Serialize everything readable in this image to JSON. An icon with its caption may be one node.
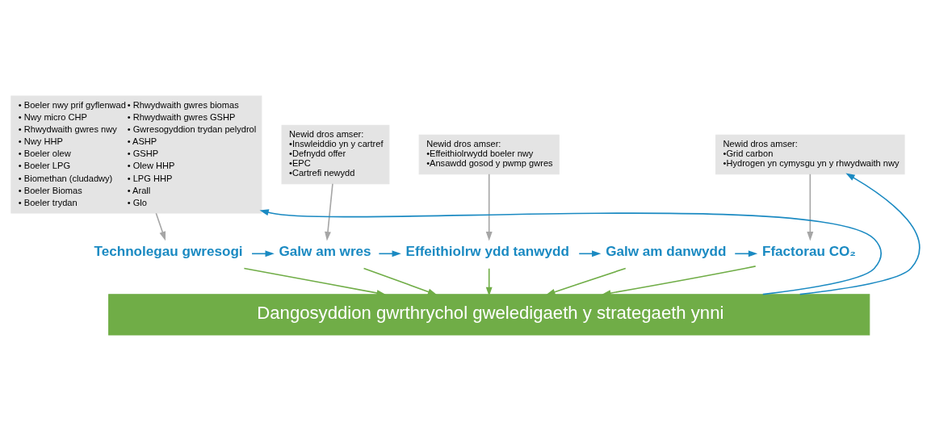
{
  "diagram": {
    "nodes": [
      {
        "text": [
          "• Boeler nwy prif gyflenwad",
          "• Nwy micro CHP",
          "• Rhwydwaith gwres nwy",
          "• Nwy HHP",
          "• Boeler olew",
          "• Boeler LPG",
          "• Biomethan (cludadwy)",
          "• Boeler Biomas",
          "• Boeler trydan",
          "• Rhwydwaith gwres biomas",
          "• Rhwydwaith gwres GSHP",
          "• Gwresogyddion trydan pelydrol",
          "• ASHP",
          "• GSHP",
          "• Olew HHP",
          "• LPG HHP",
          "• Arall",
          "• Glo"
        ]
      },
      {
        "text": [
          "Newid dros amser:",
          "•Inswleiddio yn y cartref",
          "•Defnydd offer",
          "•EPC",
          "•Cartrefi newydd"
        ]
      },
      {
        "text": [
          "Newid dros amser:",
          "•Effeithiolrwydd boeler nwy",
          "•Ansawdd gosod y pwmp gwres"
        ]
      },
      {
        "text": [
          "Newid dros amser:",
          "•Grid carbon",
          "•Hydrogen yn cymysgu yn y rhwydwaith nwy"
        ]
      },
      {
        "text": [
          "Technolegau gwresogi"
        ]
      },
      {
        "text": [
          "Galw am wres"
        ]
      },
      {
        "text": [
          "Effeithiolrw ydd tanwydd"
        ]
      },
      {
        "text": [
          "Galw am danwydd"
        ]
      },
      {
        "text": [
          "Ffactorau CO₂"
        ]
      },
      {
        "text": [
          "Dangosyddion gwrthrychol gweledigaeth y strategaeth ynni"
        ]
      }
    ],
    "edges": [
      {
        "from": 0,
        "to": 4,
        "arrow": "to",
        "color": "#a6a6a6"
      },
      {
        "from": 1,
        "to": 5,
        "arrow": "to",
        "color": "#a6a6a6"
      },
      {
        "from": 2,
        "to": 6,
        "arrow": "to",
        "color": "#a6a6a6"
      },
      {
        "from": 3,
        "to": 8,
        "arrow": "to",
        "color": "#a6a6a6"
      },
      {
        "from": 4,
        "to": 5,
        "arrow": "to"
      },
      {
        "from": 5,
        "to": 6,
        "arrow": "to"
      },
      {
        "from": 6,
        "to": 7,
        "arrow": "to"
      },
      {
        "from": 7,
        "to": 8,
        "arrow": "to"
      },
      {
        "from": 4,
        "to": 9,
        "arrow": "to",
        "color": "#70ad47"
      },
      {
        "from": 5,
        "to": 9,
        "arrow": "to",
        "color": "#70ad47"
      },
      {
        "from": 6,
        "to": 9,
        "arrow": "to",
        "color": "#70ad47"
      },
      {
        "from": 7,
        "to": 9,
        "arrow": "to",
        "color": "#70ad47"
      },
      {
        "from": 8,
        "to": 9,
        "arrow": "to",
        "color": "#70ad47"
      },
      {
        "from": 9,
        "to": 0,
        "arrow": "to"
      },
      {
        "from": 9,
        "to": 3,
        "arrow": "to"
      }
    ]
  }
}
